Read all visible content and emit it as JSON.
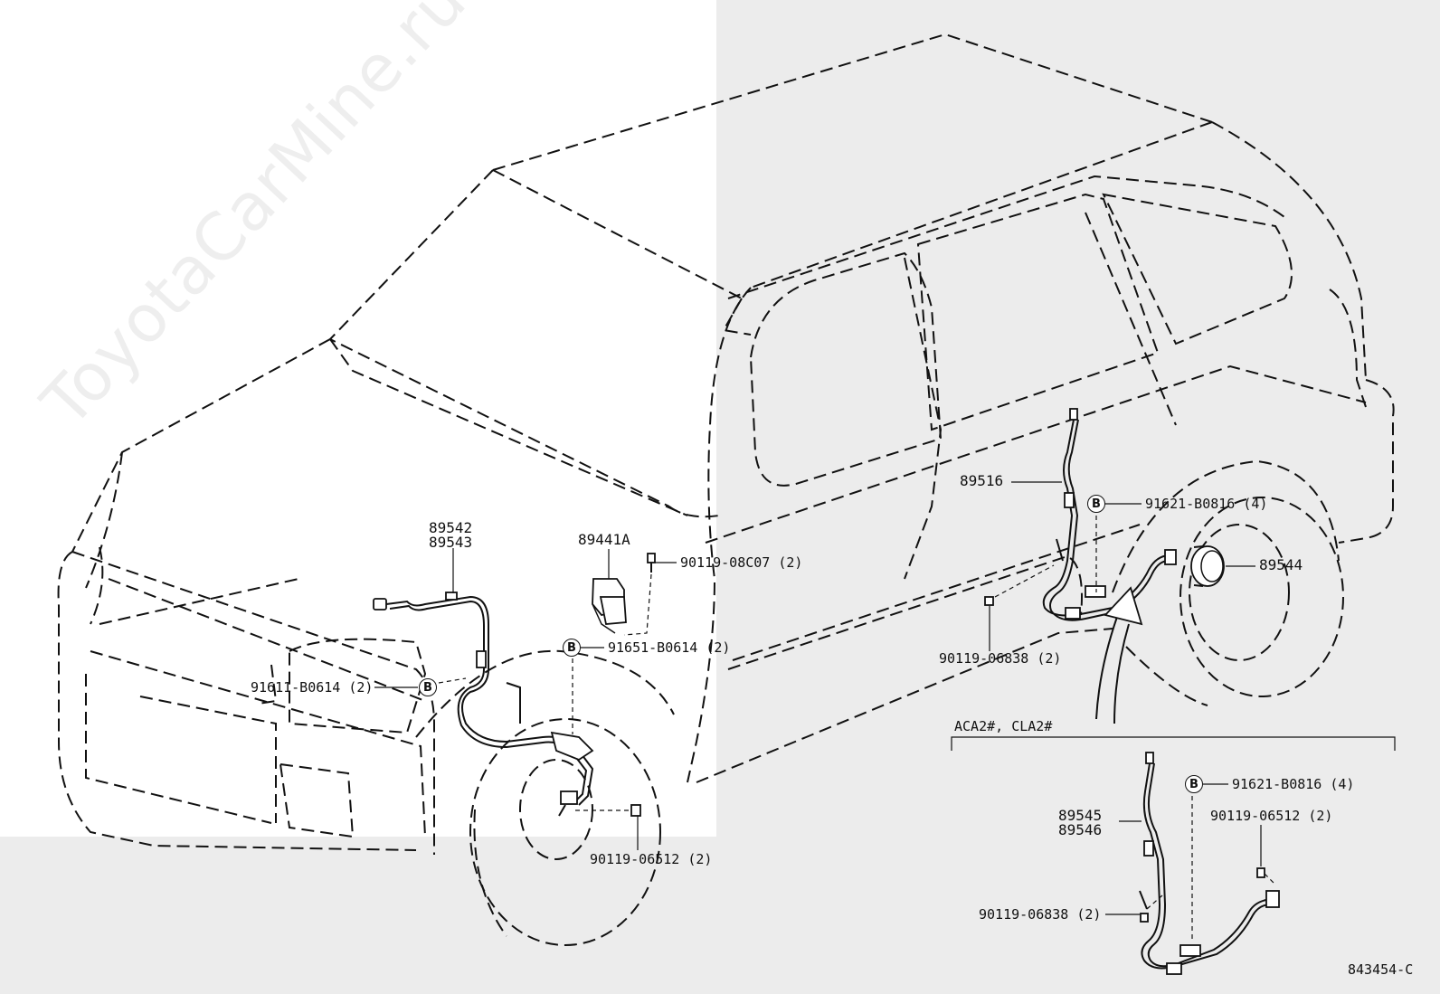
{
  "watermark": "ToyotaCarMine.ru",
  "labels": {
    "p89542": "89542",
    "p89543": "89543",
    "p89441A": "89441A",
    "b90119_08C07": "90119-08C07 (2)",
    "b91651": "91651-B0614 (2)",
    "b91611": "91611-B0614 (2)",
    "b90119_06512_front": "90119-06512 (2)",
    "p89516": "89516",
    "b91621_upper": "91621-B0816 (4)",
    "p89544": "89544",
    "b90119_06838_upper": "90119-06838 (2)",
    "variant": "ACA2#, CLA2#",
    "p89545": "89545",
    "p89546": "89546",
    "b91621_lower": "91621-B0816 (4)",
    "b90119_06512_lower": "90119-06512 (2)",
    "b90119_06838_lower": "90119-06838 (2)",
    "figure_id": "843454-C"
  },
  "badge_letter": "B"
}
